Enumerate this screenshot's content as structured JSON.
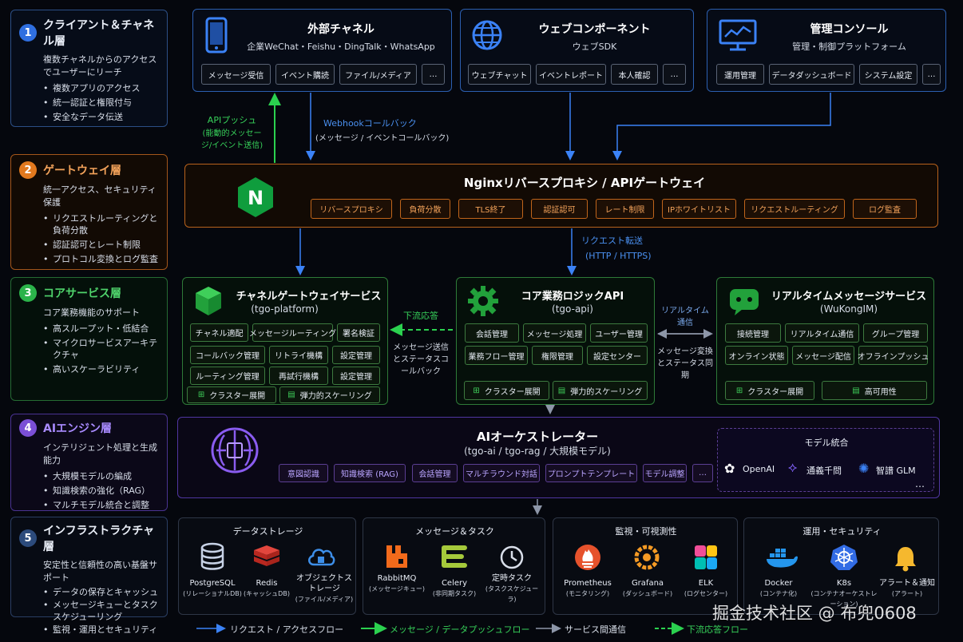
{
  "colors": {
    "blue": "#2f6fe0",
    "orange": "#e2791e",
    "green": "#2bb34a",
    "purple": "#7b4fd6",
    "navy": "#2c4b7c",
    "accent_orange": "#f2a25a"
  },
  "side_layers": [
    {
      "num": "1",
      "title": "クライアント＆チャネル層",
      "desc": "複数チャネルからのアクセスでユーザーにリーチ",
      "items": [
        "複数アプリのアクセス",
        "統一認証と権限付与",
        "安全なデータ伝送"
      ]
    },
    {
      "num": "2",
      "title": "ゲートウェイ層",
      "desc": "統一アクセス、セキュリティ保護",
      "items": [
        "リクエストルーティングと負荷分散",
        "認証認可とレート制限",
        "プロトコル変換とログ監査"
      ]
    },
    {
      "num": "3",
      "title": "コアサービス層",
      "desc": "コア業務機能のサポート",
      "items": [
        "高スループット・低結合",
        "マイクロサービスアーキテクチャ",
        "高いスケーラビリティ"
      ]
    },
    {
      "num": "4",
      "title": "AIエンジン層",
      "desc": "インテリジェント処理と生成能力",
      "items": [
        "大規模モデルの編成",
        "知識検索の強化（RAG）",
        "マルチモデル統合と調整"
      ]
    },
    {
      "num": "5",
      "title": "インフラストラクチャ層",
      "desc": "安定性と信頼性の高い基盤サポート",
      "items": [
        "データの保存とキャッシュ",
        "メッセージキューとタスクスケジューリング",
        "監視・運用とセキュリティ"
      ]
    }
  ],
  "top": {
    "external": {
      "title": "外部チャネル",
      "subtitle": "企業WeChat・Feishu・DingTalk・WhatsApp",
      "chips": [
        "メッセージ受信",
        "イベント購読",
        "ファイル/メディア",
        "…"
      ]
    },
    "web": {
      "title": "ウェブコンポーネント",
      "subtitle": "ウェブSDK",
      "chips": [
        "ウェブチャット",
        "イベントレポート",
        "本人確認",
        "…"
      ]
    },
    "admin": {
      "title": "管理コンソール",
      "subtitle": "管理・制御プラットフォーム",
      "chips": [
        "運用管理",
        "データダッシュボード",
        "システム設定",
        "…"
      ]
    }
  },
  "flows": {
    "api_push": "APIプッシュ",
    "api_push_sub": "(能動的メッセージ/イベント送信)",
    "webhook": "Webhookコールバック",
    "webhook_sub": "(メッセージ / イベントコールバック)",
    "forward": "リクエスト転送",
    "forward_sub": "(HTTP / HTTPS)",
    "downstream": "下流応答",
    "send_cb": "メッセージ送信とステータスコールバック",
    "realtime": "リアルタイム通信",
    "convert": "メッセージ変換とステータス同期"
  },
  "gateway": {
    "title": "Nginxリバースプロキシ / APIゲートウェイ",
    "logo": "N",
    "chips": [
      "リバースプロキシ",
      "負荷分散",
      "TLS終了",
      "認証認可",
      "レート制限",
      "IPホワイトリスト",
      "リクエストルーティング",
      "ログ監査"
    ]
  },
  "services": {
    "channel": {
      "title": "チャネルゲートウェイサービス",
      "subtitle": "(tgo-platform)",
      "chips": [
        "チャネル適配",
        "メッセージルーティング",
        "署名検証",
        "コールバック管理",
        "リトライ機構",
        "設定管理",
        "ルーティング管理",
        "再試行機構",
        "設定管理"
      ],
      "cluster": "クラスター展開",
      "scale": "弾力的スケーリング"
    },
    "core": {
      "title": "コア業務ロジックAPI",
      "subtitle": "(tgo-api)",
      "chips": [
        "会話管理",
        "メッセージ処理",
        "ユーザー管理",
        "業務フロー管理",
        "権限管理",
        "設定センター"
      ],
      "cluster": "クラスター展開",
      "scale": "弾力的スケーリング"
    },
    "realtime": {
      "title": "リアルタイムメッセージサービス",
      "subtitle": "(WuKongIM)",
      "chips": [
        "接続管理",
        "リアルタイム通信",
        "グループ管理",
        "オンライン状態",
        "メッセージ配信",
        "オフラインプッシュ"
      ],
      "cluster": "クラスター展開",
      "ha": "高可用性"
    }
  },
  "ai": {
    "title": "AIオーケストレーター",
    "subtitle": "(tgo-ai / tgo-rag / 大規模モデル)",
    "chips": [
      "意図認識",
      "知識検索 (RAG)",
      "会話管理",
      "マルチラウンド対話",
      "プロンプトテンプレート",
      "モデル調整",
      "…"
    ],
    "models_title": "モデル統合",
    "models": [
      "OpenAI",
      "通義千問",
      "智譜 GLM"
    ],
    "more": "…"
  },
  "infra": [
    {
      "title": "データストレージ",
      "items": [
        {
          "name": "PostgreSQL",
          "sub": "(リレーショナルDB)",
          "icon": "database-icon",
          "color": "#c7d2e6"
        },
        {
          "name": "Redis",
          "sub": "(キャッシュDB)",
          "icon": "redis-icon",
          "color": "#d8322a"
        },
        {
          "name": "オブジェクトストレージ",
          "sub": "(ファイル/メディア)",
          "icon": "cloud-storage-icon",
          "color": "#3d8ee8"
        }
      ]
    },
    {
      "title": "メッセージ＆タスク",
      "items": [
        {
          "name": "RabbitMQ",
          "sub": "(メッセージキュー)",
          "icon": "rabbitmq-icon",
          "color": "#f26a1b"
        },
        {
          "name": "Celery",
          "sub": "(非同期タスク)",
          "icon": "celery-icon",
          "color": "#a5c93b"
        },
        {
          "name": "定時タスク",
          "sub": "(タスクスケジューラ)",
          "icon": "clock-icon",
          "color": "#d8dee9"
        }
      ]
    },
    {
      "title": "監視・可視測性",
      "items": [
        {
          "name": "Prometheus",
          "sub": "(モニタリング)",
          "icon": "prometheus-icon",
          "color": "#e6522c"
        },
        {
          "name": "Grafana",
          "sub": "(ダッシュボード)",
          "icon": "grafana-icon",
          "color": "#f49a24"
        },
        {
          "name": "ELK",
          "sub": "(ログセンター)",
          "icon": "elk-icon",
          "color": "#23b2a7"
        }
      ]
    },
    {
      "title": "運用・セキュリティ",
      "items": [
        {
          "name": "Docker",
          "sub": "(コンテナ化)",
          "icon": "docker-icon",
          "color": "#2496ed"
        },
        {
          "name": "K8s",
          "sub": "(コンテナオーケストレーション)",
          "icon": "kubernetes-icon",
          "color": "#326ce5"
        },
        {
          "name": "アラート＆通知",
          "sub": "(アラート)",
          "icon": "bell-icon",
          "color": "#f5b82e"
        }
      ]
    }
  ],
  "legend": [
    "リクエスト / アクセスフロー",
    "メッセージ / データプッシュフロー",
    "サービス間通信",
    "下流応答フロー"
  ],
  "watermark": "掘金技术社区 @ 布兜0608"
}
